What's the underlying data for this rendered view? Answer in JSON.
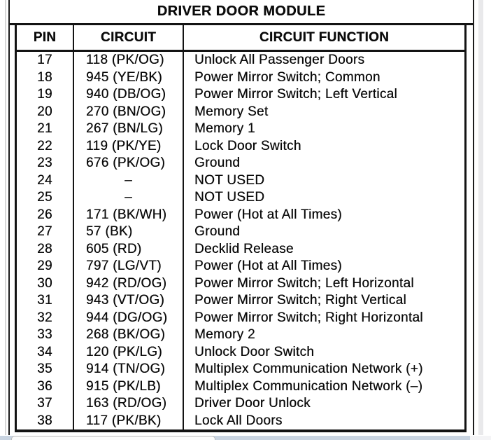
{
  "document": {
    "title": "DRIVER DOOR MODULE",
    "table": {
      "columns": [
        "PIN",
        "CIRCUIT",
        "CIRCUIT FUNCTION"
      ],
      "rows": [
        {
          "pin": "17",
          "circuit": "118 (PK/OG)",
          "function": "Unlock All Passenger Doors"
        },
        {
          "pin": "18",
          "circuit": "945 (YE/BK)",
          "function": "Power Mirror Switch; Common"
        },
        {
          "pin": "19",
          "circuit": "940 (DB/OG)",
          "function": "Power Mirror Switch; Left Vertical"
        },
        {
          "pin": "20",
          "circuit": "270 (BN/OG)",
          "function": "Memory Set"
        },
        {
          "pin": "21",
          "circuit": "267 (BN/LG)",
          "function": "Memory 1"
        },
        {
          "pin": "22",
          "circuit": "119 (PK/YE)",
          "function": "Lock Door Switch"
        },
        {
          "pin": "23",
          "circuit": "676 (PK/OG)",
          "function": "Ground"
        },
        {
          "pin": "24",
          "circuit": "–",
          "function": "NOT USED"
        },
        {
          "pin": "25",
          "circuit": "–",
          "function": "NOT USED"
        },
        {
          "pin": "26",
          "circuit": "171 (BK/WH)",
          "function": "Power (Hot at All Times)"
        },
        {
          "pin": "27",
          "circuit": "57 (BK)",
          "function": "Ground"
        },
        {
          "pin": "28",
          "circuit": "605 (RD)",
          "function": "Decklid Release"
        },
        {
          "pin": "29",
          "circuit": "797 (LG/VT)",
          "function": "Power (Hot at All Times)"
        },
        {
          "pin": "30",
          "circuit": "942 (RD/OG)",
          "function": "Power Mirror Switch; Left Horizontal"
        },
        {
          "pin": "31",
          "circuit": "943 (VT/OG)",
          "function": "Power Mirror Switch; Right Vertical"
        },
        {
          "pin": "32",
          "circuit": "944 (DG/OG)",
          "function": "Power Mirror Switch; Right Horizontal"
        },
        {
          "pin": "33",
          "circuit": "268 (BK/OG)",
          "function": "Memory 2"
        },
        {
          "pin": "34",
          "circuit": "120 (PK/LG)",
          "function": "Unlock Door Switch"
        },
        {
          "pin": "35",
          "circuit": "914 (TN/OG)",
          "function": "Multiplex Communication Network (+)"
        },
        {
          "pin": "36",
          "circuit": "915 (PK/LB)",
          "function": "Multiplex Communication Network (–)"
        },
        {
          "pin": "37",
          "circuit": "163 (RD/OG)",
          "function": "Driver Door Unlock"
        },
        {
          "pin": "38",
          "circuit": "117 (PK/BK)",
          "function": "Lock All Doors"
        }
      ]
    },
    "colors": {
      "table_ink": "#131313",
      "page_strip_blue": "#c9d4e1",
      "page_strip_blue_light": "#d9e2ec"
    }
  }
}
